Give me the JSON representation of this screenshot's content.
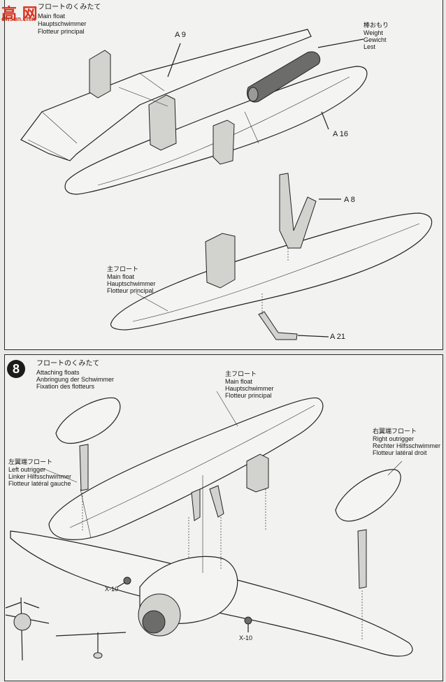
{
  "watermark": {
    "chars": "高 网",
    "url": "ewsun.chin"
  },
  "step7": {
    "heading_jp": "フロートのくみたて",
    "heading_en": "Main float",
    "heading_de": "Hauptschwimmer",
    "heading_fr": "Flotteur principal",
    "part_a9": "A 9",
    "part_a16": "A 16",
    "part_a8": "A 8",
    "part_a21": "A 21",
    "weight_jp": "棒おもり",
    "weight_en": "Weight",
    "weight_de": "Gewicht",
    "weight_fr": "Lest",
    "mainfloat_jp": "主フロート",
    "mainfloat_en": "Main float",
    "mainfloat_de": "Hauptschwimmer",
    "mainfloat_fr": "Flotteur principal"
  },
  "step8": {
    "number": "8",
    "heading_jp": "フロートのくみたて",
    "heading_en": "Attaching floats",
    "heading_de": "Anbringung der Schwimmer",
    "heading_fr": "Fixation des flotteurs",
    "main_jp": "主フロート",
    "main_en": "Main float",
    "main_de": "Hauptschwimmer",
    "main_fr": "Flotteur principal",
    "left_jp": "左翼端フロート",
    "left_en": "Left outrigger",
    "left_de": "Linker Hilfsschwimmer",
    "left_fr": "Flotteur latéral gauche",
    "right_jp": "右翼端フロート",
    "right_en": "Right outrigger",
    "right_de": "Rechter Hilfsschwimmer",
    "right_fr": "Flotteur latéral droit",
    "screw1": "X-10",
    "screw2": "X-10"
  },
  "colors": {
    "paper": "#f2f2f0",
    "ink": "#151515",
    "watermark": "#d9331f"
  }
}
